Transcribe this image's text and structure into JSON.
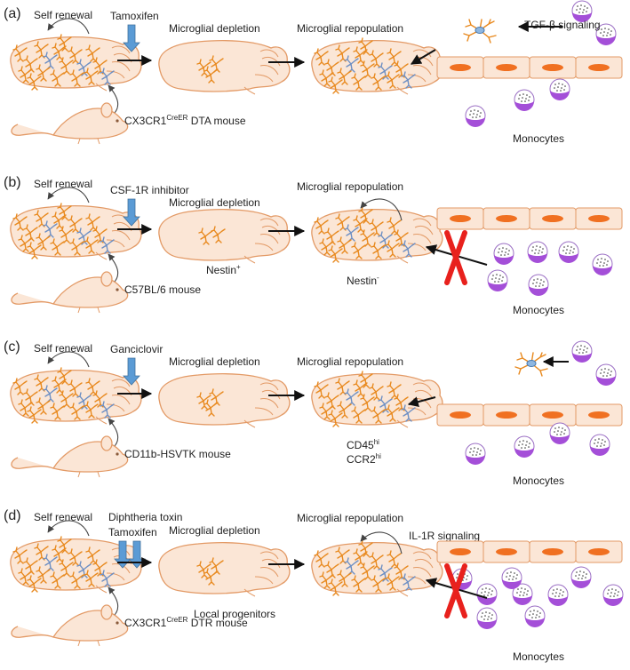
{
  "panels": [
    {
      "letter": "(a)",
      "self_renewal": "Self renewal",
      "treatment": [
        "Tamoxifen"
      ],
      "depletion": "Microglial depletion",
      "depletion_note": "",
      "repopulation": "Microglial repopulation",
      "repop_notes": [],
      "mouse": {
        "base": "CX3CR1",
        "sup": "CreER",
        "rest": " DTA mouse"
      },
      "signaling": "TGF-β signaling",
      "monocytes": "Monocytes",
      "blocked": false
    },
    {
      "letter": "(b)",
      "self_renewal": "Self renewal",
      "treatment": [
        "CSF-1R inhibitor"
      ],
      "depletion": "Microglial depletion",
      "depletion_note": {
        "base": "Nestin",
        "sup": "+"
      },
      "repopulation": "Microglial repopulation",
      "repop_notes": [
        {
          "base": "Nestin",
          "sup": "-"
        }
      ],
      "mouse": {
        "base": "C57BL/6 mouse",
        "sup": "",
        "rest": ""
      },
      "signaling": "",
      "monocytes": "Monocytes",
      "blocked": true
    },
    {
      "letter": "(c)",
      "self_renewal": "Self renewal",
      "treatment": [
        "Ganciclovir"
      ],
      "depletion": "Microglial depletion",
      "depletion_note": "",
      "repopulation": "Microglial repopulation",
      "repop_notes": [
        {
          "base": "CD45",
          "sup": "hi"
        },
        {
          "base": "CCR2",
          "sup": "hi"
        }
      ],
      "mouse": {
        "base": "CD11b-HSVTK mouse",
        "sup": "",
        "rest": ""
      },
      "signaling": "",
      "monocytes": "Monocytes",
      "blocked": false
    },
    {
      "letter": "(d)",
      "self_renewal": "Self renewal",
      "treatment": [
        "Diphtheria toxin",
        "Tamoxifen"
      ],
      "depletion": "Microglial depletion",
      "depletion_note": "Local progenitors",
      "repopulation": "Microglial repopulation",
      "repop_notes": [],
      "mouse": {
        "base": "CX3CR1",
        "sup": "CreER",
        "rest": " DTR mouse"
      },
      "signaling": "IL-1R signaling",
      "monocytes": "Monocytes",
      "blocked": true
    }
  ],
  "colors": {
    "brain_fill": "#fbe6d6",
    "outline": "#e39a66",
    "microglia": "#e8891e",
    "microglia_accent": "#6d8fc4",
    "monocyte": "#a44fd8",
    "endothelial_nucleus": "#f07021",
    "block_mark": "#e8211d",
    "treatment_arrow": "#5b9bd5"
  },
  "icons": [
    "brain-icon",
    "mouse-icon",
    "microglia-icon",
    "monocyte-icon",
    "endothelium-icon",
    "block-x-icon",
    "syringe-arrow-icon"
  ]
}
